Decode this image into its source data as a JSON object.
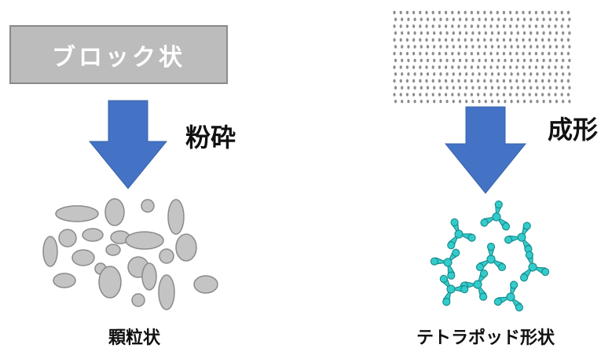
{
  "left": {
    "block_label": "ブロック状",
    "process_label": "粉砕",
    "result_label": "顆粒状"
  },
  "right": {
    "process_label": "成形",
    "result_label": "テトラポッド形状"
  },
  "colors": {
    "arrow_blue": "#4472c4",
    "block_gray": "#bcbcbc",
    "granule_gray": "#c4c4c4",
    "tetrapod_cyan": "#33cccc",
    "dot_gray": "#8c8c8c"
  }
}
